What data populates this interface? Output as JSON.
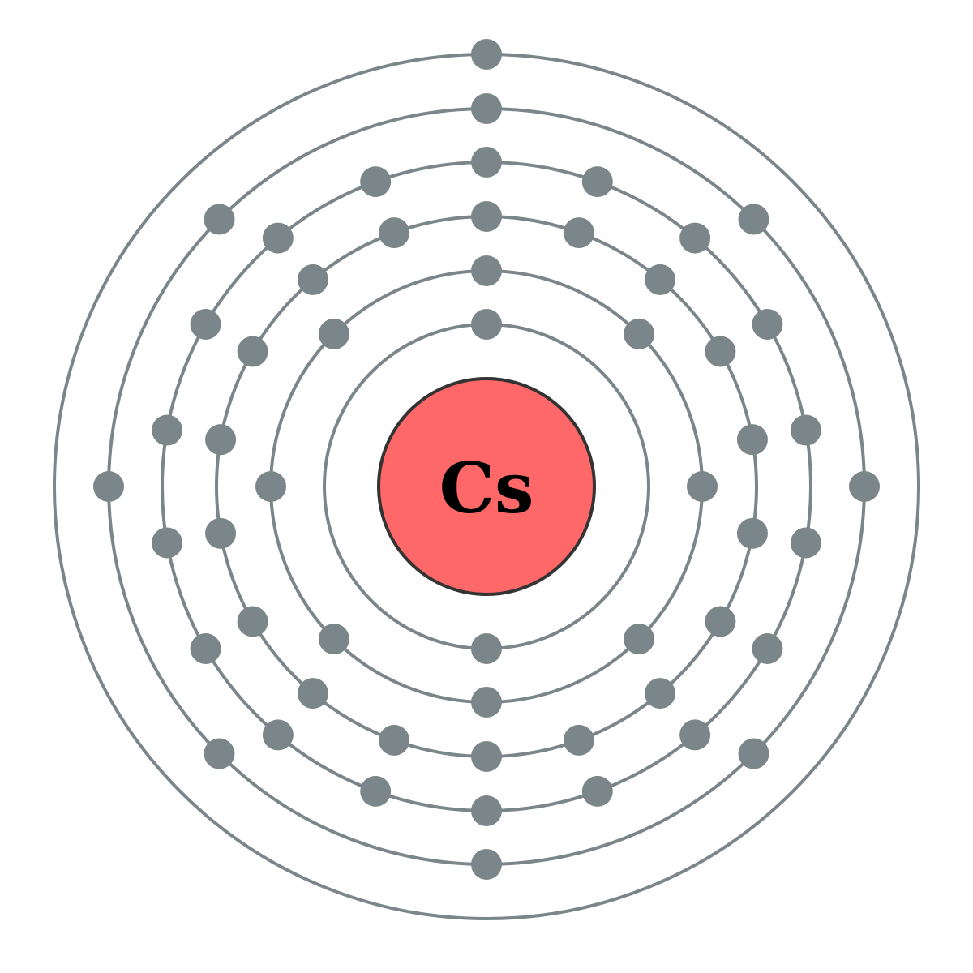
{
  "diagram": {
    "element_symbol": "Cs",
    "electrons_per_shell": [
      2,
      8,
      18,
      18,
      8,
      1
    ],
    "colors": {
      "background": "#ffffff",
      "shell_stroke": "#7a868a",
      "electron_fill": "#7a868a",
      "nucleus_fill": "#ff6868",
      "nucleus_stroke": "#333333",
      "label_color": "#000000"
    }
  }
}
